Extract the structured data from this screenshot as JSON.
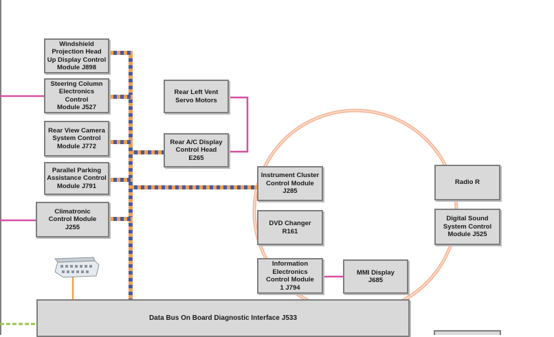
{
  "colors": {
    "box_fill": "#d9d9d9",
    "box_border": "#7d7d7d",
    "can_bus_stripe_a": "#f0a050",
    "can_bus_stripe_b": "#4a5aa0",
    "lin_bus": "#d64fa0",
    "most_ring": "#f6b89a",
    "diagnostic_line": "#9bc24a"
  },
  "modules": {
    "windshield_hud": "Windshield\nProjection Head\nUp Display Control\nModule J898",
    "steering_column": "Steering Column\nElectronics Control\nModule J527",
    "rear_view_camera": "Rear View Camera\nSystem Control\nModule J772",
    "parallel_parking": "Parallel Parking\nAssistance Control\nModule J791",
    "climatronic": "Climatronic\nControl Module\nJ255",
    "rear_left_vent": "Rear Left Vent\nServo Motors",
    "rear_ac_display": "Rear A/C Display\nControl Head\nE265",
    "instrument_cluster": "Instrument Cluster\nControl Module\nJ285",
    "dvd_changer": "DVD Changer\nR161",
    "information_electronics": "Information\nElectronics\nControl Module\n1 J794",
    "mmi_display": "MMI Display\nJ685",
    "radio": "Radio R",
    "digital_sound": "Digital Sound\nSystem Control\nModule J525",
    "gateway": "Data Bus On Board Diagnostic Interface J533"
  }
}
